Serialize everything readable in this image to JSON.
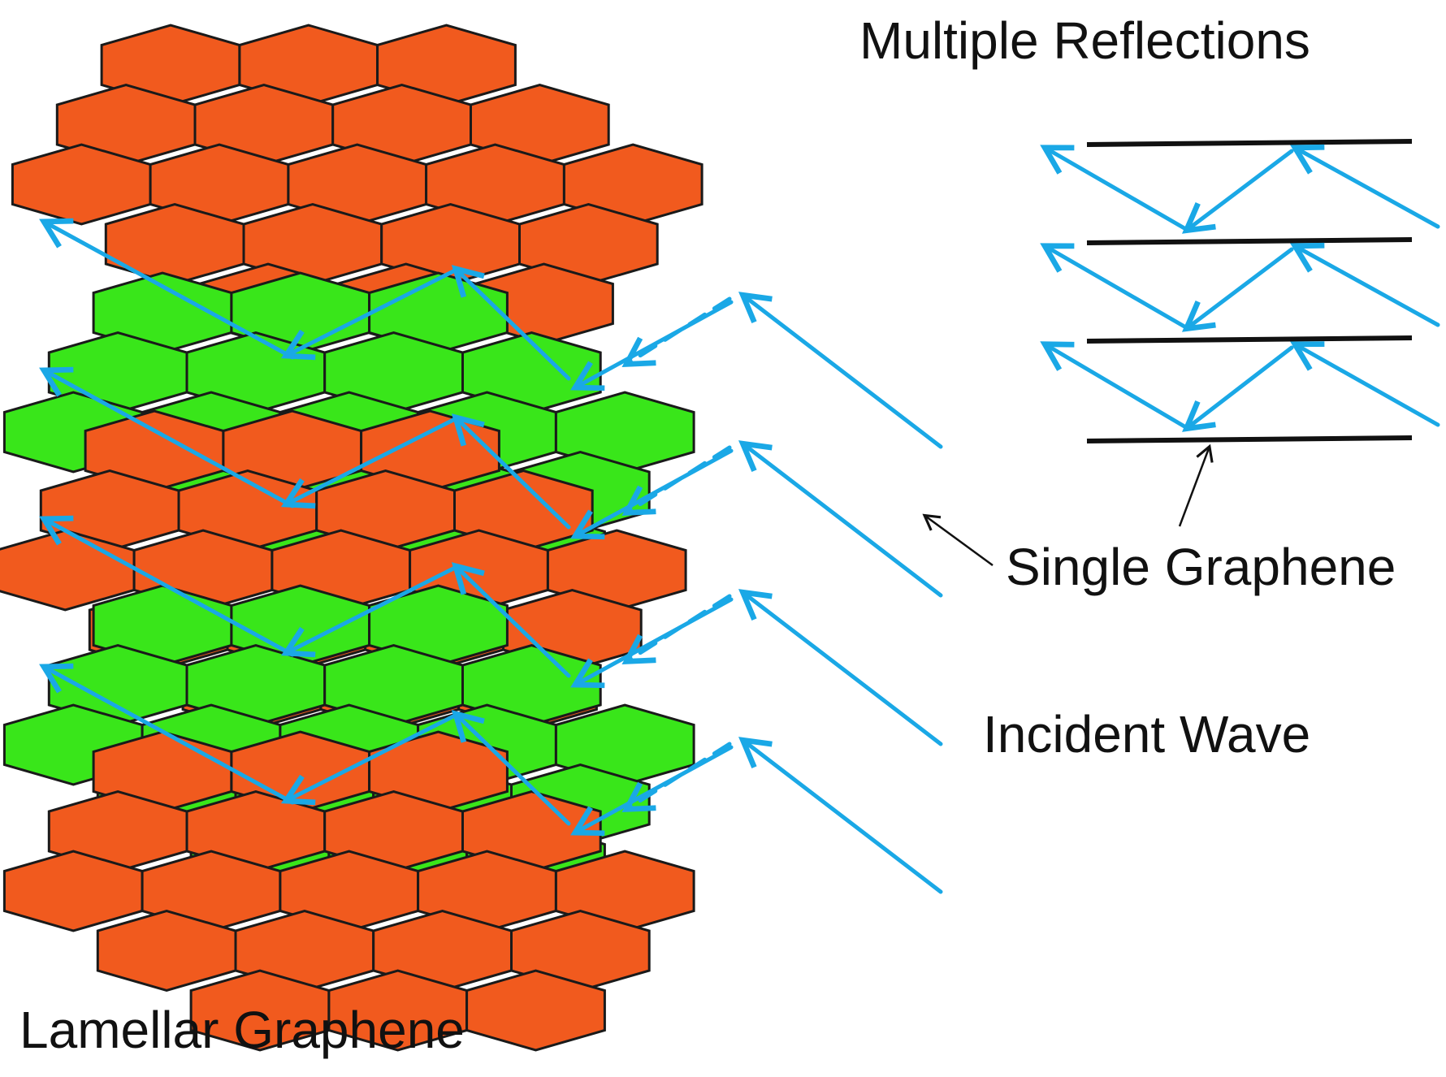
{
  "labels": {
    "multiple_reflections": "Multiple Reflections",
    "single_graphene": "Single Graphene",
    "incident_wave": "Incident Wave",
    "lamellar_graphene": "Lamellar Graphene"
  },
  "colors": {
    "graphene_orange": "#f15a1e",
    "graphene_green": "#39e61a",
    "wave_blue": "#1aa8e6",
    "outline": "#1a1a1a"
  },
  "layers": [
    {
      "color": "orange"
    },
    {
      "color": "green"
    },
    {
      "color": "orange"
    },
    {
      "color": "green"
    },
    {
      "color": "orange"
    }
  ],
  "parallel_lines_count": 4
}
